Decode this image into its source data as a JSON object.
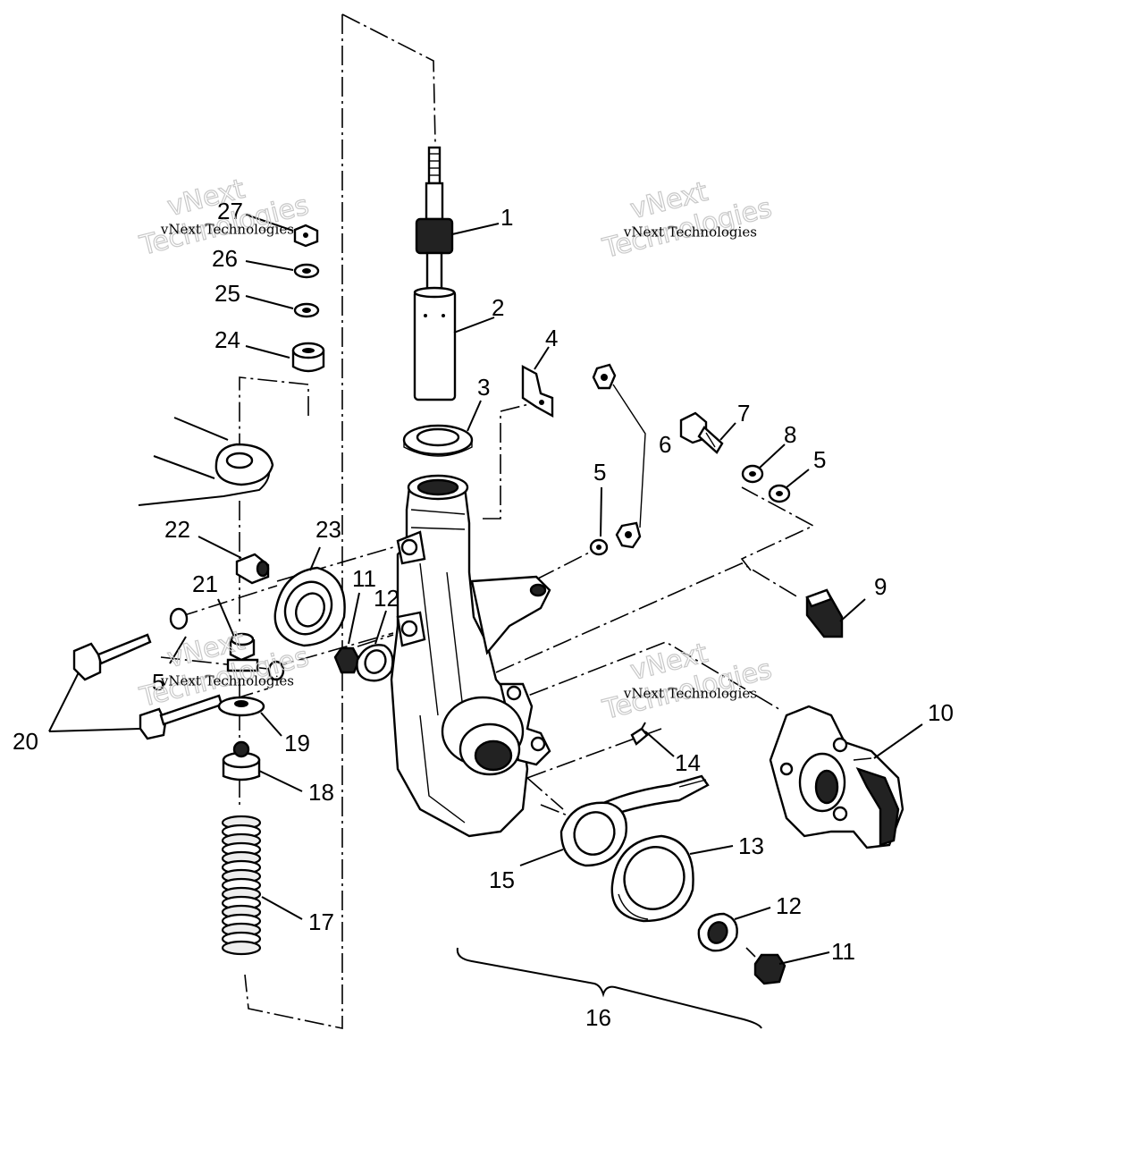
{
  "callouts": {
    "p1": "1",
    "p2": "2",
    "p3": "3",
    "p4": "4",
    "p5a": "5",
    "p5b": "5",
    "p5c": "5",
    "p6": "6",
    "p7": "7",
    "p8": "8",
    "p9": "9",
    "p10": "10",
    "p11a": "11",
    "p11b": "11",
    "p12a": "12",
    "p12b": "12",
    "p13": "13",
    "p14": "14",
    "p15": "15",
    "p16": "16",
    "p17": "17",
    "p18": "18",
    "p19": "19",
    "p20": "20",
    "p21": "21",
    "p22": "22",
    "p23": "23",
    "p24": "24",
    "p25": "25",
    "p26": "26",
    "p27": "27"
  },
  "watermark": {
    "brand": "vNext",
    "company": "vNext Technologies",
    "word": "Technologies"
  }
}
